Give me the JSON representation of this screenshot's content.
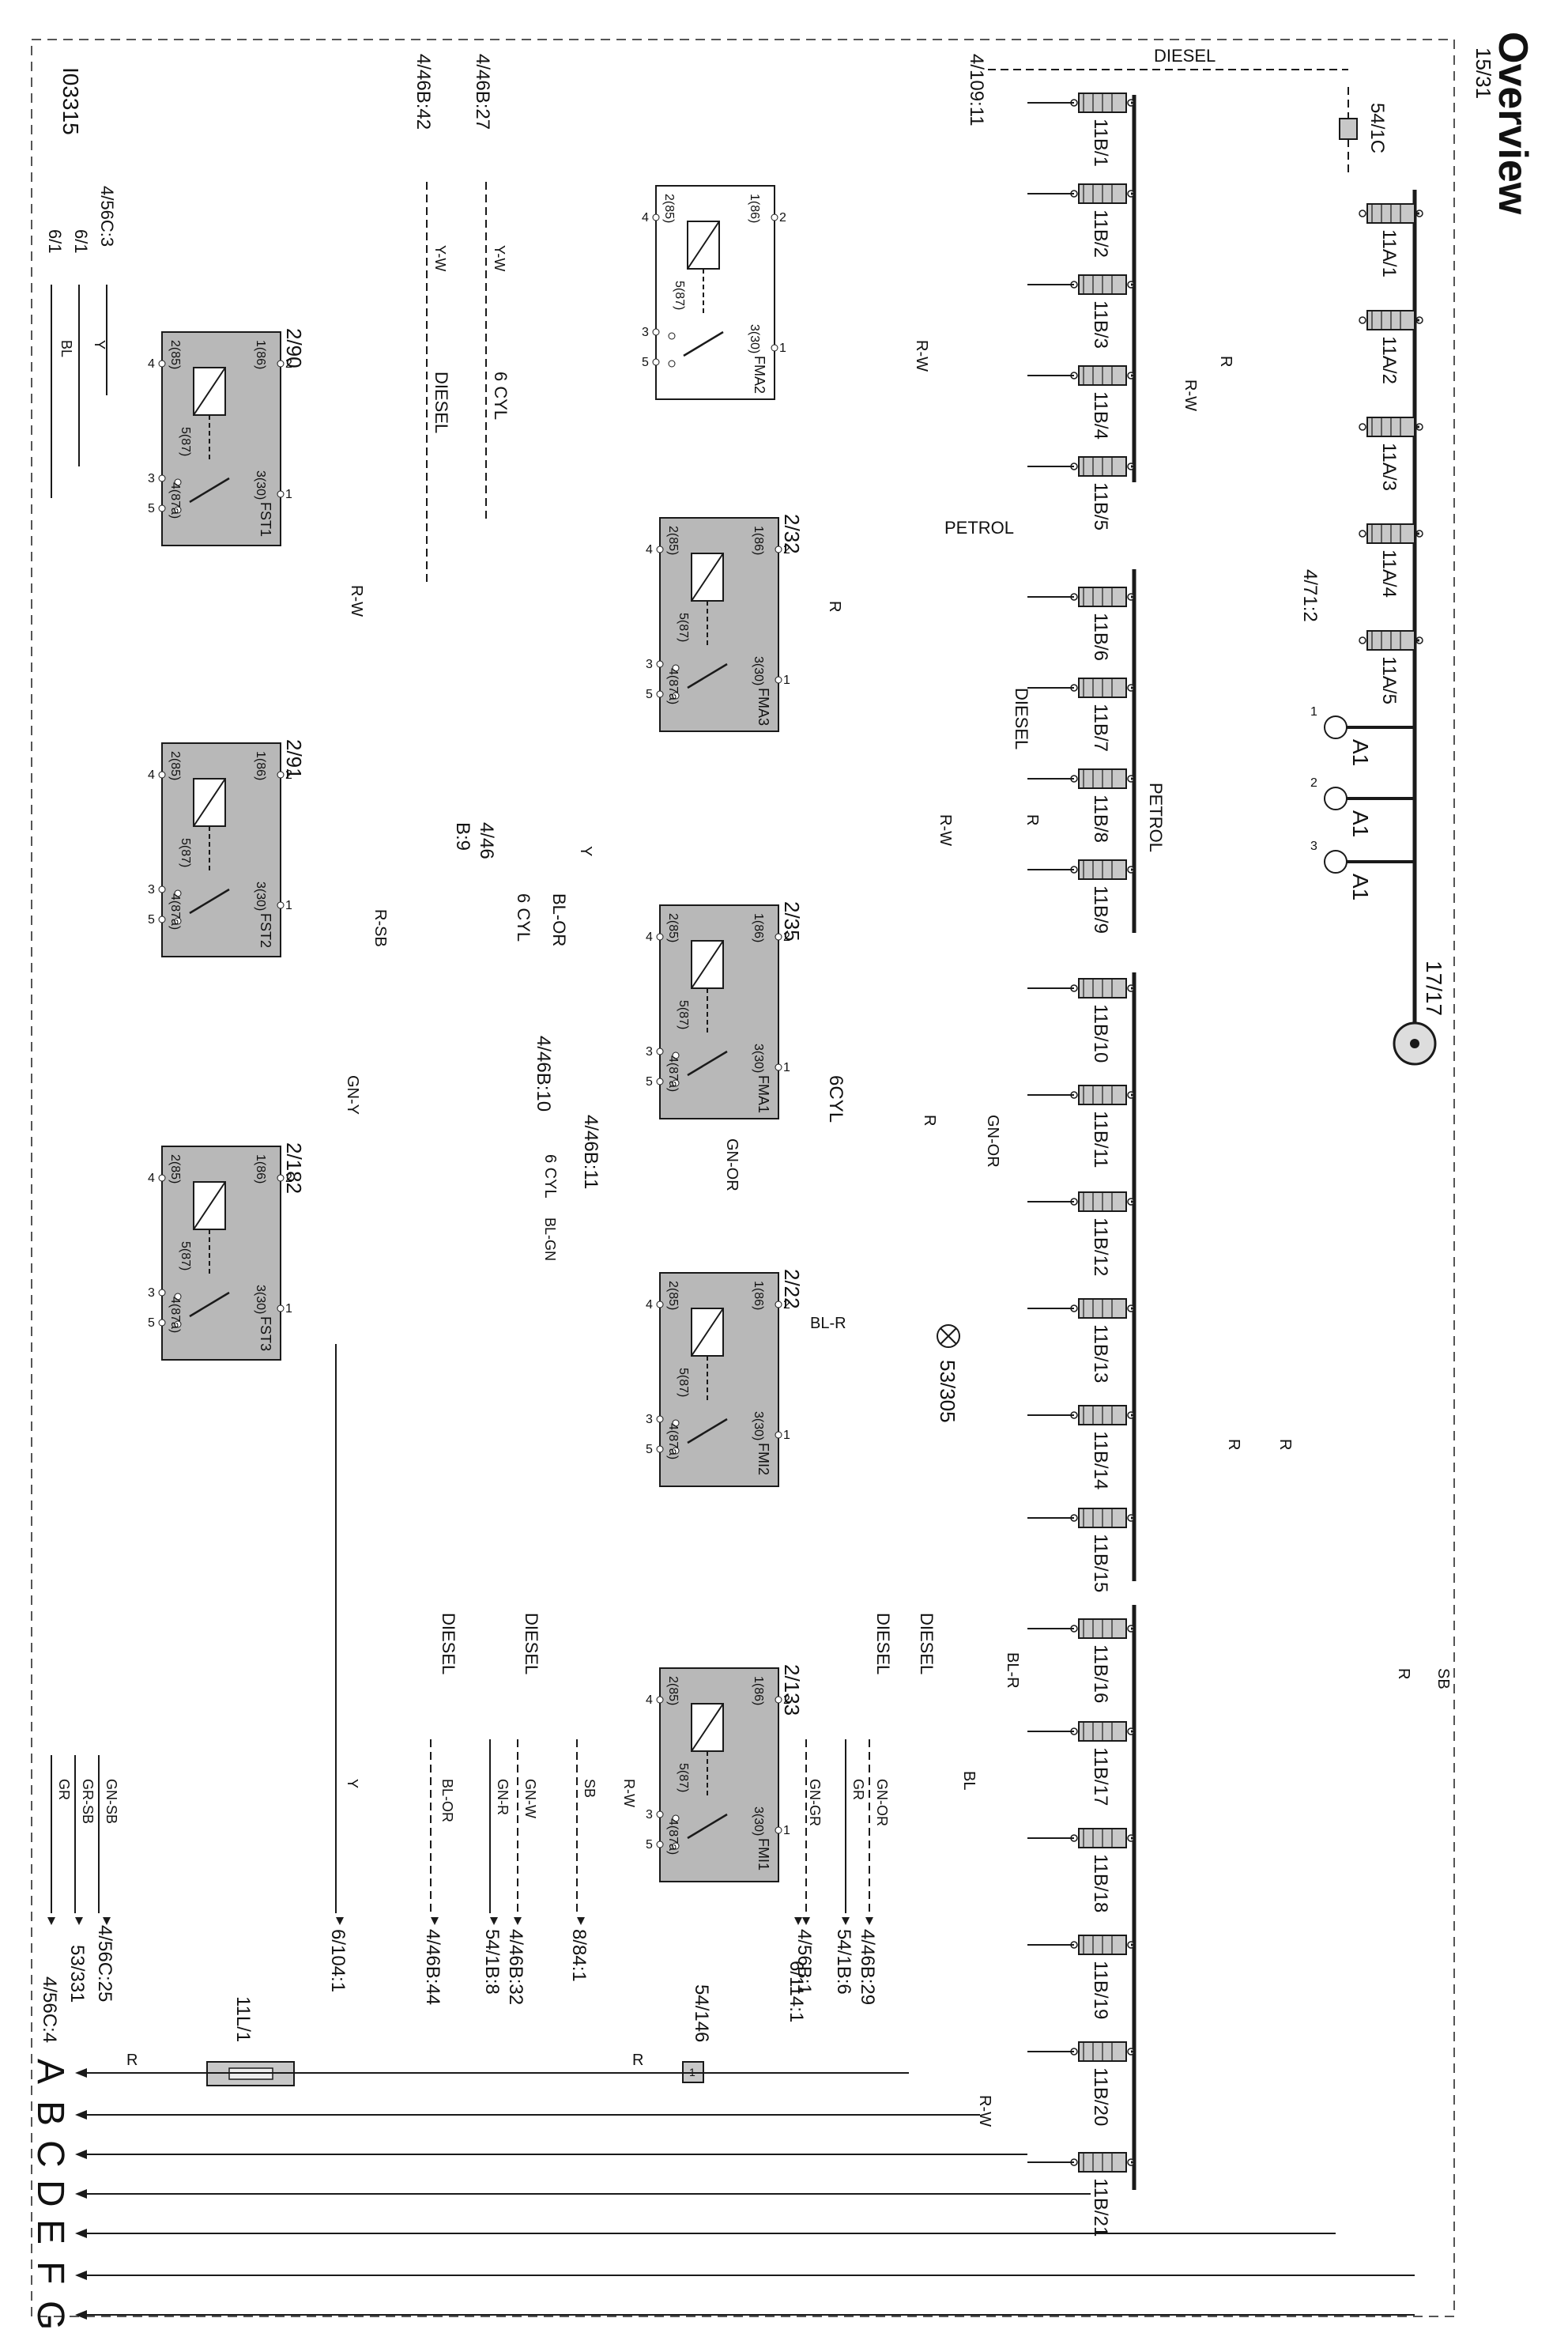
{
  "header": {
    "title": "Overview",
    "sheet": "15/31",
    "drawing_id": "I03315"
  },
  "colors": {
    "wire": "#1a1a1a",
    "relay_fill": "#b8b8b8",
    "fuse_fill": "#c8c8c8",
    "frame_dash": "#555555"
  },
  "fuses_a": [
    {
      "id": "11A/1"
    },
    {
      "id": "11A/2"
    },
    {
      "id": "11A/3"
    },
    {
      "id": "11A/4"
    },
    {
      "id": "11A/5"
    }
  ],
  "fuses_b": [
    {
      "id": "11B/1"
    },
    {
      "id": "11B/2"
    },
    {
      "id": "11B/3"
    },
    {
      "id": "11B/4"
    },
    {
      "id": "11B/5"
    },
    {
      "id": "11B/6"
    },
    {
      "id": "11B/7"
    },
    {
      "id": "11B/8"
    },
    {
      "id": "11B/9"
    },
    {
      "id": "11B/10"
    },
    {
      "id": "11B/11"
    },
    {
      "id": "11B/12"
    },
    {
      "id": "11B/13"
    },
    {
      "id": "11B/14"
    },
    {
      "id": "11B/15"
    },
    {
      "id": "11B/16"
    },
    {
      "id": "11B/17"
    },
    {
      "id": "11B/18"
    },
    {
      "id": "11B/19"
    },
    {
      "id": "11B/20"
    },
    {
      "id": "11B/21"
    }
  ],
  "relays": [
    {
      "id": "2/90",
      "name": "FST1"
    },
    {
      "id": "2/91",
      "name": "FST2"
    },
    {
      "id": "2/182",
      "name": "FST3"
    },
    {
      "id": "2/32",
      "name": "FMA3"
    },
    {
      "id": "2/35",
      "name": "FMA1"
    },
    {
      "id": "2/22",
      "name": "FMI2"
    },
    {
      "id": "2/133",
      "name": "FMI1"
    },
    {
      "id": "",
      "name": "FMA2"
    }
  ],
  "pin_labels": {
    "p86": "1(86)",
    "p85": "2(85)",
    "p87": "5(87)",
    "p30": "3(30)",
    "p87a": "4(87a)",
    "n1": "1",
    "n2": "2",
    "n3": "3",
    "n4": "4",
    "n5": "5"
  },
  "connectors": {
    "a1": "A1",
    "a1_pins": [
      "1",
      "2",
      "3"
    ],
    "ground": "17/17",
    "c54_1c": "54/1C",
    "c54_146": "54/146",
    "c53_305": "53/305",
    "fuse_11l1": "11L/1",
    "one": "1"
  },
  "references": {
    "r_4_109_11": "4/109:11",
    "r_4_46b_27": "4/46B:27",
    "r_4_46b_42": "4/46B:42",
    "r_4_71_2": "4/71:2",
    "r_4_46b9_a": "4/46",
    "r_4_46b9_b": "B:9",
    "r_4_46b_10": "4/46B:10",
    "r_4_46b_11": "4/46B:11",
    "r_4_56c_3": "4/56C:3",
    "r_6_1a": "6/1",
    "r_6_1b": "6/1",
    "bottom": [
      "4/56C:25",
      "53/331",
      "4/56C:4",
      "6/104:1",
      "4/46B:44",
      "4/46B:32",
      "54/1B:8",
      "8/84:1",
      "4/56B:1",
      "6/114:1",
      "4/46B:29",
      "54/1B:6"
    ]
  },
  "bus_letters": [
    "A",
    "B",
    "C",
    "D",
    "E",
    "F",
    "G"
  ],
  "wire_labels": {
    "diesel": "DIESEL",
    "petrol": "PETROL",
    "six_cyl": "6 CYL",
    "six_cyl_b": "6CYL",
    "r": "R",
    "rw": "R-W",
    "y": "Y",
    "yw": "Y-W",
    "bl": "BL",
    "blr": "BL-R",
    "blor": "BL-OR",
    "gny": "GN-Y",
    "gnor": "GN-OR",
    "gnw": "GN-W",
    "gnr": "GN-R",
    "gngr": "GN-GR",
    "gnsb": "GN-SB",
    "gr": "GR",
    "grsb": "GR-SB",
    "sb": "SB",
    "rsb": "R-SB",
    "blgn": "BL-GN",
    "six_cyl_blgn": "6 CYL"
  }
}
